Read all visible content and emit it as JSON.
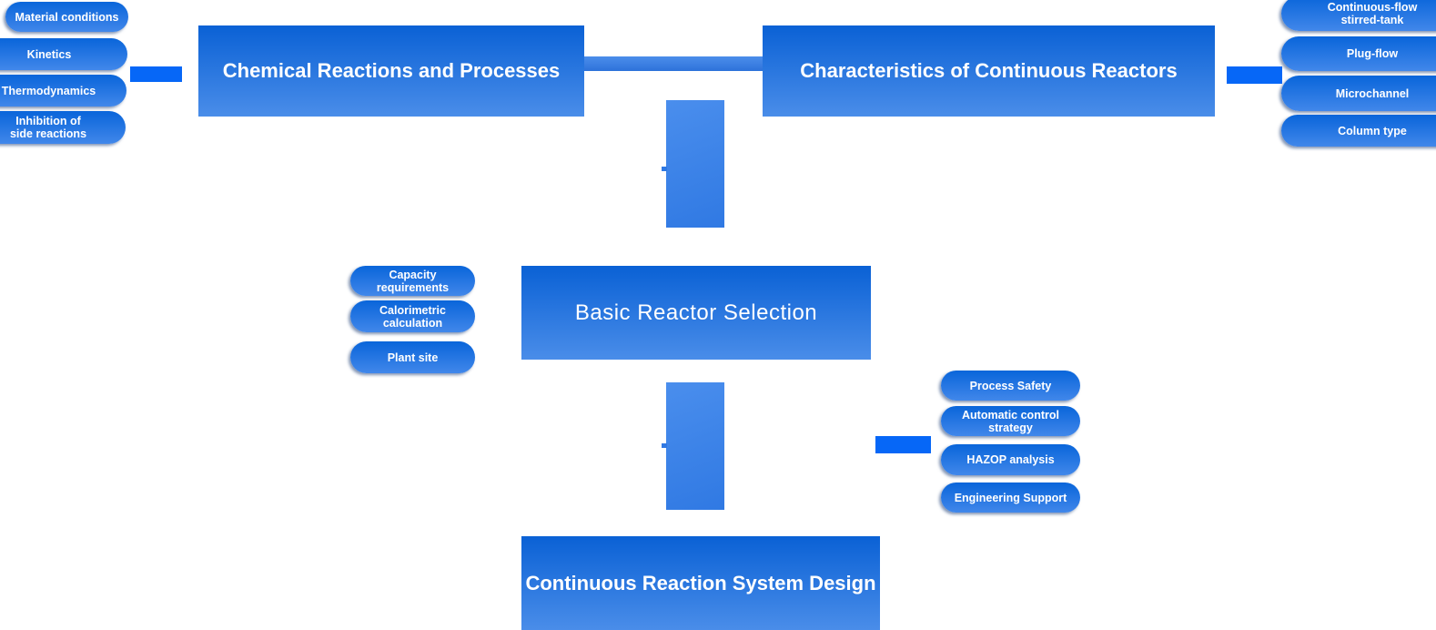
{
  "diagram": {
    "boxes": {
      "chemical_reactions": "Chemical Reactions and Processes",
      "continuous_reactors": "Characteristics of Continuous Reactors",
      "basic_reactor_selection": "Basic Reactor Selection",
      "system_design": "Continuous Reaction System Design"
    },
    "pills": {
      "reaction_factors": [
        "Material conditions",
        "Kinetics",
        "Thermodynamics",
        "Inhibition of\nside reactions"
      ],
      "reactor_types": [
        "Continuous-flow\nstirred-tank",
        "Plug-flow",
        "Microchannel",
        "Column type"
      ],
      "selection_inputs": [
        "Capacity\nrequirements",
        "Calorimetric\ncalculation",
        "Plant site"
      ],
      "design_supports": [
        "Process Safety",
        "Automatic control\nstrategy",
        "HAZOP analysis",
        "Engineering Support"
      ]
    },
    "colors": {
      "box_gradient_top": "#0a61d5",
      "box_gradient_bottom": "#4a8de9",
      "pill_gradient_top": "#0965da",
      "pill_gradient_bottom": "#4187ea",
      "connector_bright": "#0667f7",
      "connector_soft_top": "#4c8eeb",
      "connector_soft_bottom": "#2d72da",
      "vertical_connector_top": "#4a8eed",
      "vertical_connector_bottom": "#3079e3",
      "text": "#ffffff"
    }
  }
}
